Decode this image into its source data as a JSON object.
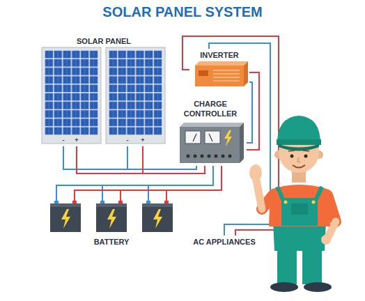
{
  "diagram": {
    "title": "SOLAR PANEL SYSTEM",
    "nodes": [
      {
        "text": [
          "SOLAR PANEL"
        ]
      },
      {
        "text": [
          "INVERTER"
        ]
      },
      {
        "text": [
          "CHARGE CONTROLLER"
        ]
      },
      {
        "text": [
          "BATTERY"
        ]
      },
      {
        "text": [
          "AC APPLIANCES"
        ]
      }
    ],
    "edges": [
      {
        "from": 0,
        "to": 2,
        "arrow": "none"
      },
      {
        "from": 2,
        "to": 3,
        "arrow": "none"
      },
      {
        "from": 2,
        "to": 1,
        "arrow": "none"
      },
      {
        "from": 1,
        "to": 4,
        "arrow": "none"
      }
    ],
    "labels": [
      "-",
      "+",
      "-",
      "+"
    ]
  }
}
